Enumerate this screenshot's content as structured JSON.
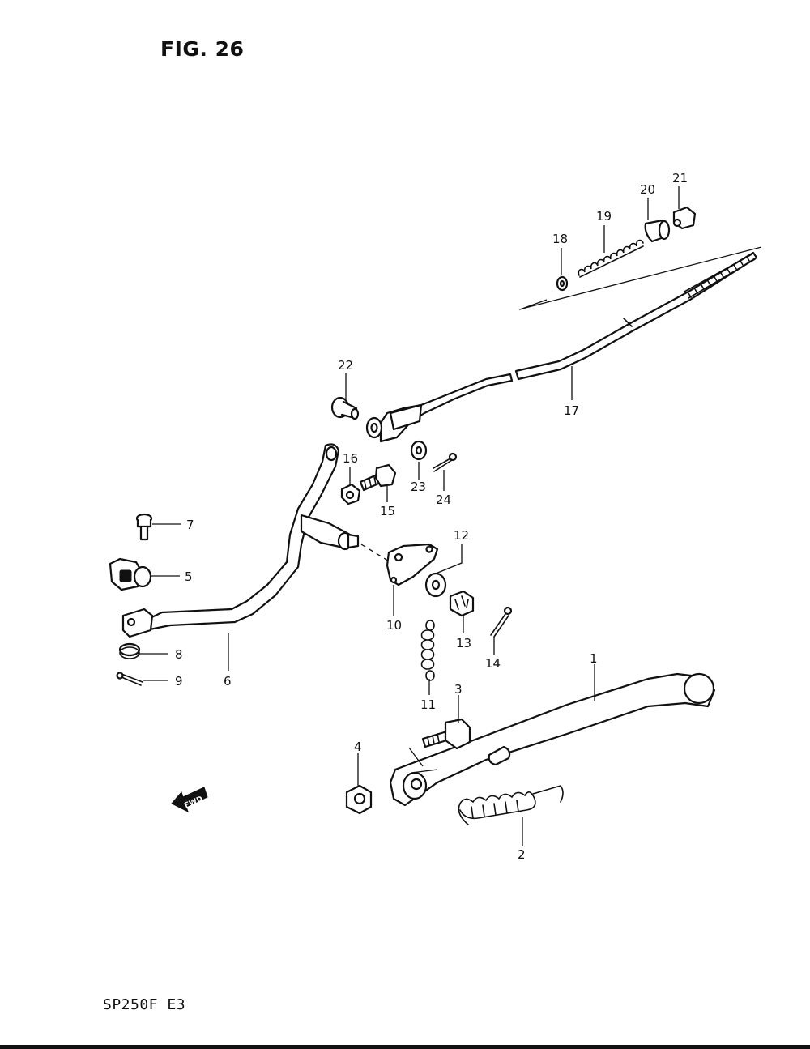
{
  "figure": {
    "title": "FIG. 26",
    "model": "SP250F  E3"
  },
  "fwd_label": "FWD",
  "callouts": [
    "1",
    "2",
    "3",
    "4",
    "5",
    "6",
    "7",
    "8",
    "9",
    "10",
    "11",
    "12",
    "13",
    "14",
    "15",
    "16",
    "17",
    "18",
    "19",
    "20",
    "21",
    "22",
    "23",
    "24"
  ]
}
